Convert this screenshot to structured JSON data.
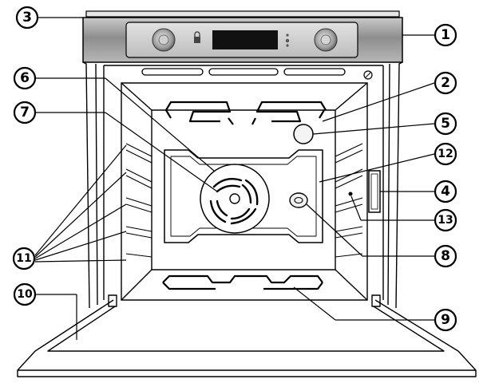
{
  "diagram": {
    "subject": "built-in oven, front view with door open",
    "callouts": [
      "1",
      "2",
      "3",
      "4",
      "5",
      "6",
      "7",
      "8",
      "9",
      "10",
      "11",
      "12",
      "13"
    ]
  },
  "colors": {
    "stroke": "#000000",
    "panel_steel": "#9b9b9b",
    "panel_steel_light": "#d8d8d8",
    "display_black": "#111111",
    "background": "#ffffff"
  }
}
